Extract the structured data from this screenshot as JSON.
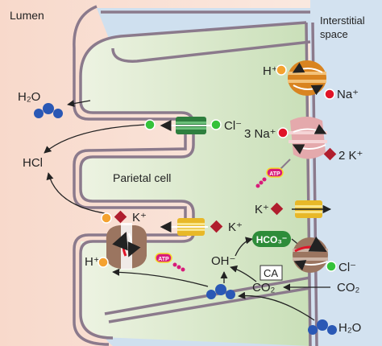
{
  "labels": {
    "lumen": "Lumen",
    "interstitial_line1": "Interstitial",
    "interstitial_line2": "space",
    "parietal_cell": "Parietal cell",
    "h2o_top_left": "H₂O",
    "hcl": "HCl",
    "cl_left": "Cl⁻",
    "k_lumen": "K⁺",
    "k_channel": "K⁺",
    "h_left": "H⁺",
    "oh": "OH⁻",
    "hco3": "HCO₃⁻",
    "ca": "CA",
    "co2_inner": "CO₂",
    "co2_outer": "CO₂",
    "h2o_bottom": "H₂O",
    "h_exchanger": "H⁺",
    "na_exchanger": "Na⁺",
    "na_pump": "3 Na⁺",
    "k_pump": "2 K⁺",
    "k_basolateral": "K⁺",
    "cl_right": "Cl⁻",
    "atp_upper": "ATP",
    "atp_lower": "ATP"
  },
  "colors": {
    "lumen_bg": "#f9e2d6",
    "cell_bg": "#dcebd0",
    "interstitial_bg": "#d4e3f1",
    "membrane": "#8b7a8c",
    "proton_dot": "#f4a230",
    "sodium_dot": "#e01428",
    "potassium_diamond": "#b01e2e",
    "chloride_dot": "#35c23a",
    "water_molecule": "#2a58b5",
    "hco3_badge": "#2e8c3a",
    "atp_badge": "#d81b7a",
    "pump_orange": "#d98420",
    "pump_pink": "#e4a9ac",
    "pump_brown": "#9b7560",
    "channel_green": "#2e7f3e",
    "channel_yellow": "#e8b828"
  },
  "icons": {
    "water": "water-molecule-icon",
    "atp": "atp-badge-icon",
    "transporter": "membrane-transporter-icon"
  }
}
